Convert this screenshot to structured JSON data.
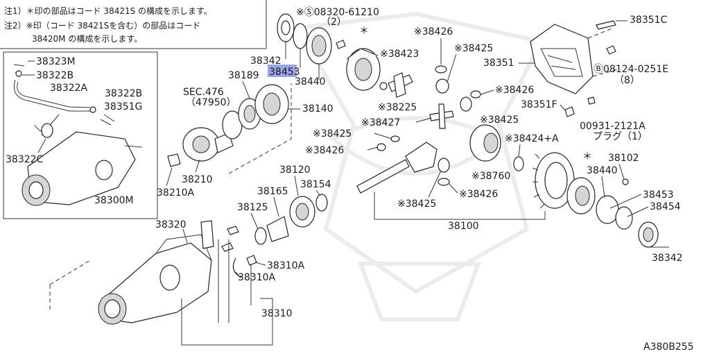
{
  "notes": {
    "note1": "注1）＊印の部品はコード 38421S の構成を示します。",
    "note2a": "注2）※印（コード 38421Sを含む）の部品はコード",
    "note2b": "38420M の構成を示します。"
  },
  "labels": {
    "p08320": "※Ⓢ08320-61210",
    "p08320q": "（2）",
    "star_top": "＊",
    "p38342a": "38342",
    "p38453a": "38453",
    "p38440a": "38440",
    "p38189": "38189",
    "sec476": "SEC.476",
    "sec476b": "（47950）",
    "p38140": "38140",
    "p38210": "38210",
    "p38210A": "38210A",
    "p38426a": "※38426",
    "p38423": "※38423",
    "p38425a": "※38425",
    "p38225": "※38225",
    "p38427": "※38427",
    "p38425b": "※38425",
    "p38426b": "※38426",
    "p38426c": "※38426",
    "p38425c": "※38425",
    "p38425d": "※38425",
    "p38426d": "※38426",
    "p38760": "※38760",
    "p38424": "※38424+A",
    "p38351C": "38351C",
    "p38351": "38351",
    "p08124": "Ⓑ08124-0251E",
    "p08124q": "（8）",
    "p38351F": "38351F",
    "p00931": "00931-2121A",
    "p00931b": "プラグ（1）",
    "star_right": "＊",
    "p38102": "38102",
    "p38440b": "38440",
    "p38453b": "38453",
    "p38454": "38454",
    "p38342b": "38342",
    "p38120": "38120",
    "p38165": "38165",
    "p38154": "38154",
    "p38125": "38125",
    "p38100": "38100",
    "p38320": "38320",
    "p38310A1": "38310A",
    "p38310A2": "38310A",
    "p38310": "38310",
    "p38323M": "38323M",
    "p38322B": "38322B",
    "p38322A": "38322A",
    "p38322Bb": "38322B",
    "p38351G": "38351G",
    "p38322C": "38322C",
    "p38300M": "38300M",
    "figure_code": "A380B255"
  },
  "highlight_color": "#9aa6e6"
}
